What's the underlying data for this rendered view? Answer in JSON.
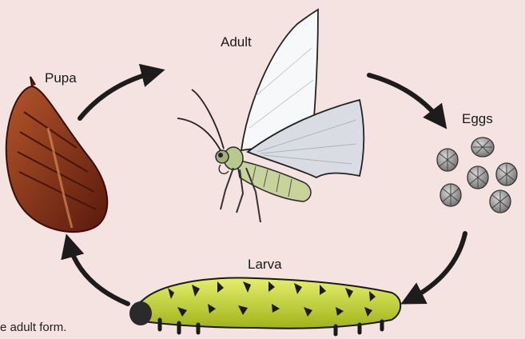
{
  "labels": {
    "adult": "Adult",
    "pupa": "Pupa",
    "eggs": "Eggs",
    "larva": "Larva"
  },
  "caption": "e adult form.",
  "colors": {
    "background": "#f4e3e1",
    "arrow": "#1c1c1c",
    "pupa": "#7a2a12",
    "larva": "#c9d92a",
    "egg": "#8a8a8a",
    "wing": "#f7f8fa"
  }
}
